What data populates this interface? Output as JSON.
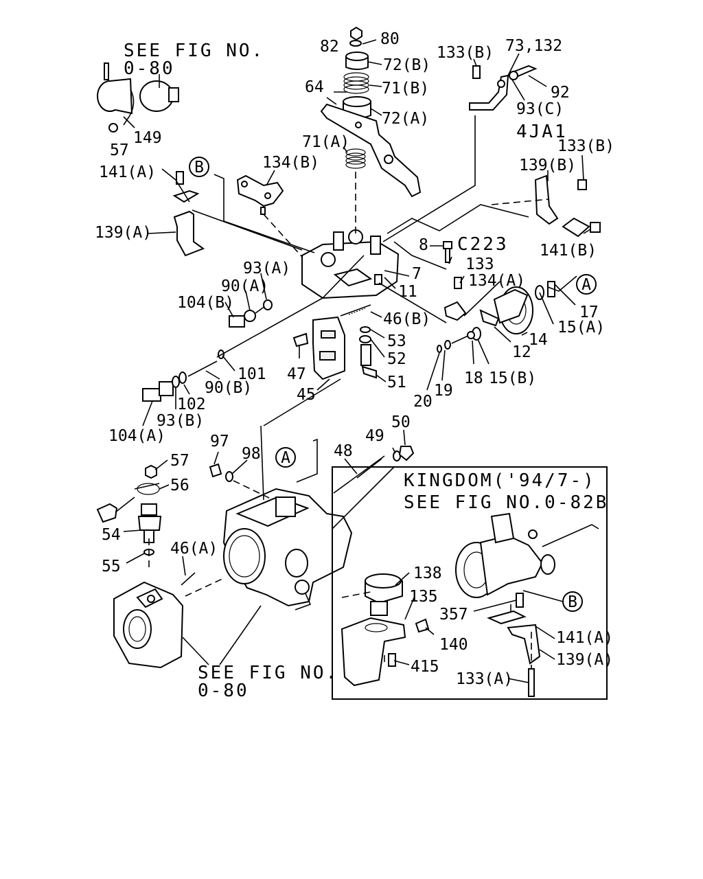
{
  "notes": {
    "see_top": "SEE FIG NO.",
    "see_top_fig": "0-80",
    "model": "4JA1",
    "c223": "C223",
    "see_bottom": "SEE FIG NO.",
    "see_bottom_fig": "0-80",
    "inset_title": "KINGDOM('94/7-)",
    "inset_see": "SEE FIG NO.0-82B"
  },
  "reference_marks": {
    "A": "A",
    "B": "B"
  },
  "callouts": {
    "c82": "82",
    "c80": "80",
    "c72b": "72(B)",
    "c71b": "71(B)",
    "c72a": "72(A)",
    "c64": "64",
    "c71a": "71(A)",
    "c133b_top": "133(B)",
    "c73_132": "73,132",
    "c92": "92",
    "c93c": "93(C)",
    "c57_top": "57",
    "c149": "149",
    "c141a": "141(A)",
    "c134b": "134(B)",
    "c133b_right": "133(B)",
    "c139b": "139(B)",
    "c139a": "139(A)",
    "c141b": "141(B)",
    "c8": "8",
    "c93a": "93(A)",
    "c90a": "90(A)",
    "c104b": "104(B)",
    "c7": "7",
    "c11": "11",
    "c133": "133",
    "c134a": "134(A)",
    "c17": "17",
    "c15a": "15(A)",
    "c46b": "46(B)",
    "c14": "14",
    "c53": "53",
    "c52": "52",
    "c12": "12",
    "c101": "101",
    "c47": "47",
    "c51": "51",
    "c18": "18",
    "c15b": "15(B)",
    "c90b": "90(B)",
    "c19": "19",
    "c20": "20",
    "c45": "45",
    "c102": "102",
    "c93b": "93(B)",
    "c104a": "104(A)",
    "c50": "50",
    "c49": "49",
    "c97": "97",
    "c98": "98",
    "c48": "48",
    "c57_mid": "57",
    "c56": "56",
    "c54": "54",
    "c55": "55",
    "c46a": "46(A)",
    "c138": "138",
    "c135": "135",
    "c357": "357",
    "c140": "140",
    "c415": "415",
    "c141a_inset": "141(A)",
    "c139a_inset": "139(A)",
    "c133a_inset": "133(A)"
  }
}
